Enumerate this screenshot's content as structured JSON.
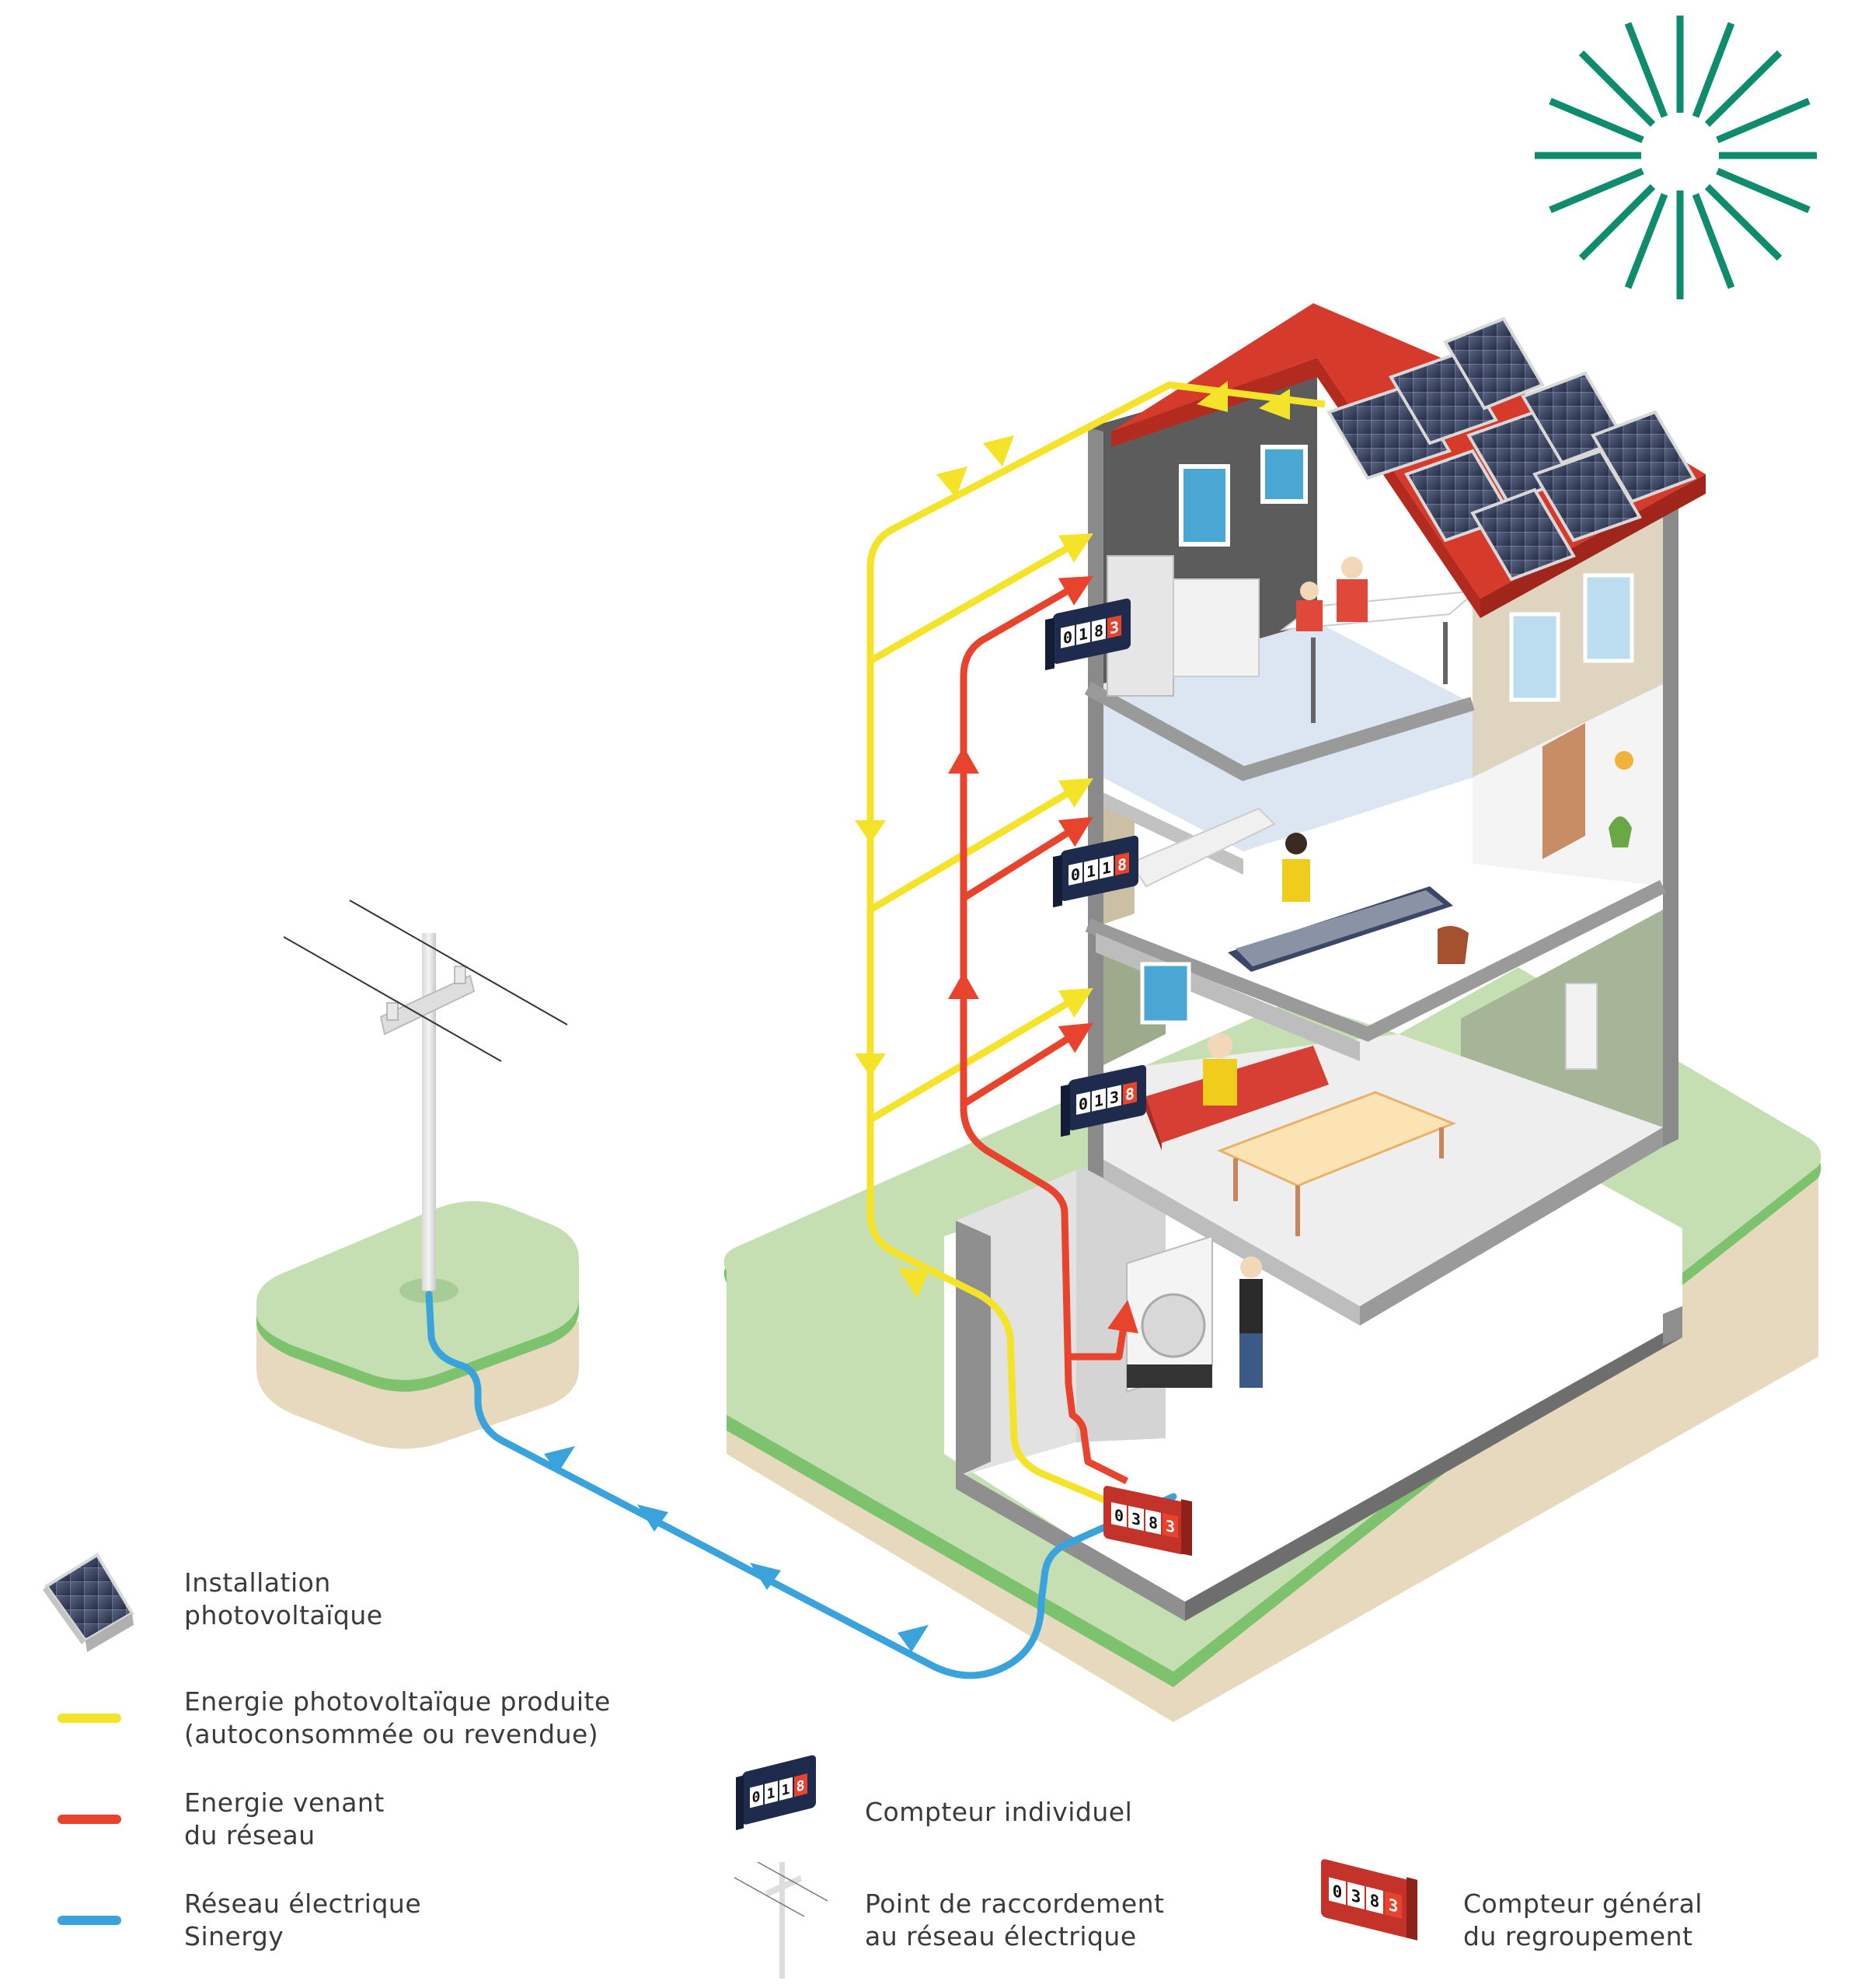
{
  "meters": {
    "floor3": {
      "d1": "0",
      "d2": "1",
      "d3": "8",
      "d4": "3"
    },
    "floor2": {
      "d1": "0",
      "d2": "1",
      "d3": "1",
      "d4": "8"
    },
    "floor1": {
      "d1": "0",
      "d2": "1",
      "d3": "3",
      "d4": "8"
    },
    "general": {
      "d1": "0",
      "d2": "3",
      "d3": "8",
      "d4": "3"
    }
  },
  "legend": {
    "pv_install": {
      "line1": "Installation",
      "line2": "photovoltaïque"
    },
    "pv_energy": {
      "line1": "Energie photovoltaïque produite",
      "line2": "(autoconsommée ou revendue)"
    },
    "grid_energy": {
      "line1": "Energie venant",
      "line2": "du réseau"
    },
    "grid_network": {
      "line1": "Réseau électrique",
      "line2": "Sinergy"
    },
    "individual_meter": {
      "line1": "Compteur individuel",
      "digits": {
        "d1": "0",
        "d2": "1",
        "d3": "1",
        "d4": "8"
      }
    },
    "connection_point": {
      "line1": "Point de raccordement",
      "line2": "au réseau électrique"
    },
    "general_meter": {
      "line1": "Compteur général",
      "line2": "du regroupement",
      "digits": {
        "d1": "0",
        "d2": "3",
        "d3": "8",
        "d4": "3"
      }
    }
  },
  "colors": {
    "pv_yellow": "#f5e32a",
    "grid_red": "#e8432c",
    "network_blue": "#3aa3db",
    "sun_green": "#0f8c6e",
    "grass": "#c5dfb3",
    "grass_edge": "#7dc26c",
    "soil": "#e6d9bd",
    "roof": "#d63a2b"
  }
}
